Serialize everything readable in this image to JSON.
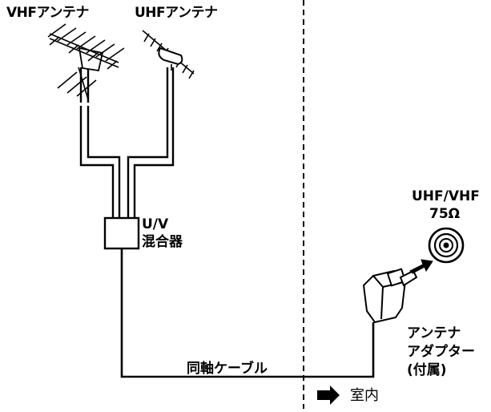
{
  "labels": {
    "vhf_antenna": "VHFアンテナ",
    "uhf_antenna": "UHFアンテナ",
    "mixer_line1": "U/V",
    "mixer_line2": "混合器",
    "coax_cable": "同軸ケーブル",
    "terminal_line1": "UHF/VHF",
    "terminal_line2": "75Ω",
    "adapter_line1": "アンテナ",
    "adapter_line2": "アダプター",
    "adapter_line3": "(付属)",
    "indoor": "室内"
  },
  "colors": {
    "ink": "#000000",
    "background": "#ffffff"
  },
  "icons": {
    "indoor_arrow": "right-arrow-icon",
    "terminal": "coaxial-jack-icon",
    "adapter": "antenna-adapter-icon"
  }
}
